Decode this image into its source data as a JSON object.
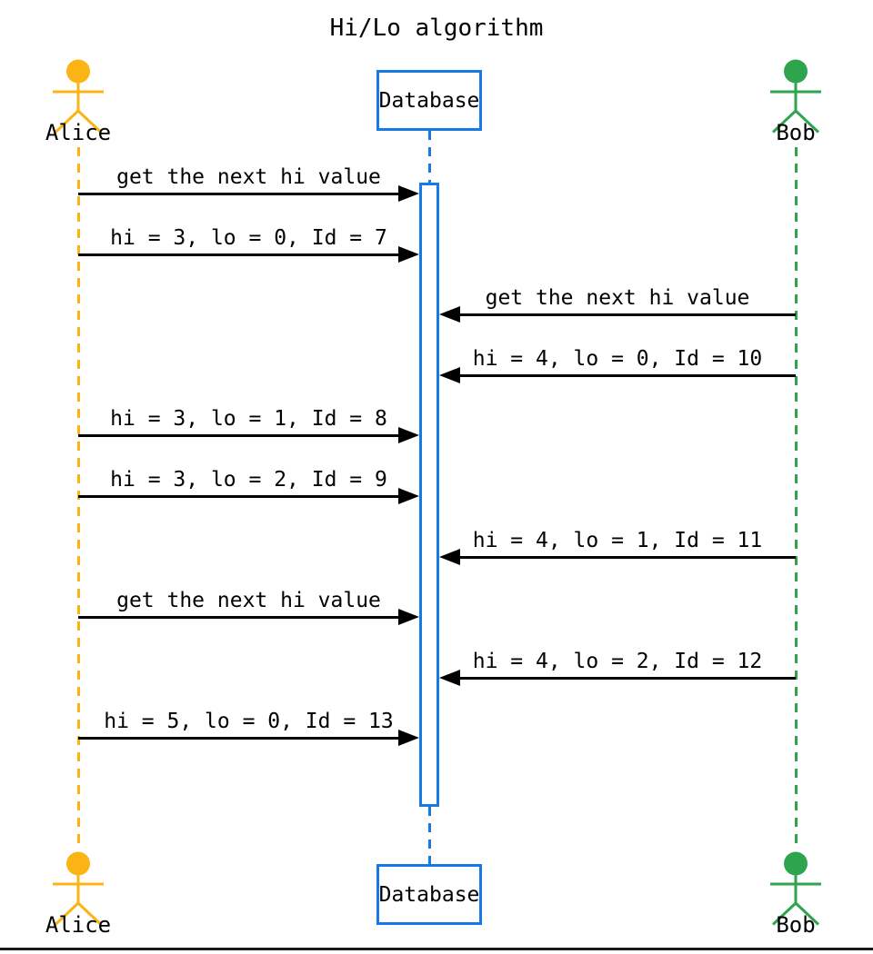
{
  "title": "Hi/Lo algorithm",
  "participants": [
    {
      "id": "alice",
      "label": "Alice",
      "kind": "actor",
      "color": "#FCB414"
    },
    {
      "id": "database",
      "label": "Database",
      "kind": "box",
      "color": "#1779E8"
    },
    {
      "id": "bob",
      "label": "Bob",
      "kind": "actor",
      "color": "#2EA44F"
    }
  ],
  "activation": {
    "participant": "database"
  },
  "messages": [
    {
      "from": "alice",
      "to": "database",
      "label": "get the next hi value"
    },
    {
      "from": "alice",
      "to": "database",
      "label": "hi = 3, lo = 0, Id = 7"
    },
    {
      "from": "bob",
      "to": "database",
      "label": "get the next hi value"
    },
    {
      "from": "bob",
      "to": "database",
      "label": "hi = 4, lo = 0, Id = 10"
    },
    {
      "from": "alice",
      "to": "database",
      "label": "hi = 3, lo = 1, Id = 8"
    },
    {
      "from": "alice",
      "to": "database",
      "label": "hi = 3, lo = 2, Id = 9"
    },
    {
      "from": "bob",
      "to": "database",
      "label": "hi = 4, lo = 1, Id = 11"
    },
    {
      "from": "alice",
      "to": "database",
      "label": "get the next hi value"
    },
    {
      "from": "bob",
      "to": "database",
      "label": "hi = 4, lo = 2, Id = 12"
    },
    {
      "from": "alice",
      "to": "database",
      "label": "hi = 5, lo = 0, Id = 13"
    }
  ],
  "colors": {
    "message_line": "#000000",
    "text": "#000000",
    "background": "#FFFFFF",
    "bottom_border": "#1A1A1A"
  }
}
